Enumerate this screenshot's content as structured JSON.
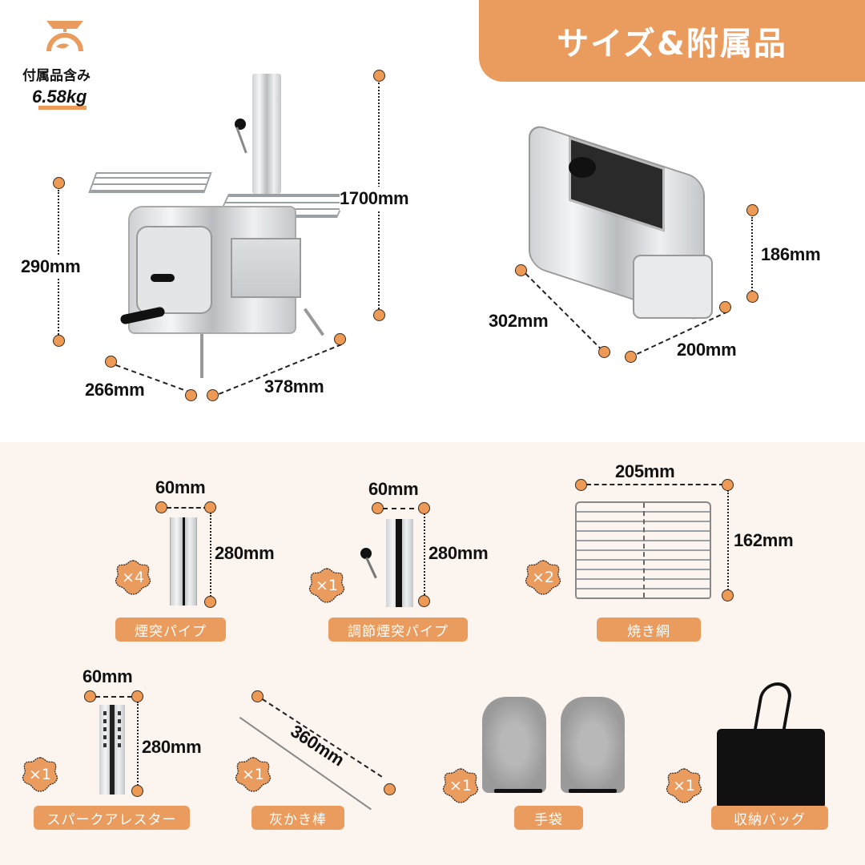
{
  "header": {
    "title": "サイズ&附属品"
  },
  "weight": {
    "icon": "scale-icon",
    "label": "付属品含み",
    "value": "6.58kg"
  },
  "stove_assembled": {
    "dimensions": {
      "total_height": "1700mm",
      "body_height": "290mm",
      "depth": "266mm",
      "width": "378mm"
    }
  },
  "stove_packed": {
    "dimensions": {
      "height": "186mm",
      "length": "302mm",
      "width": "200mm"
    }
  },
  "accessories": [
    {
      "name": "煙突パイプ",
      "quantity": "×4",
      "width": "60mm",
      "height": "280mm"
    },
    {
      "name": "調節煙突パイプ",
      "quantity": "×1",
      "width": "60mm",
      "height": "280mm"
    },
    {
      "name": "焼き網",
      "quantity": "×2",
      "width": "205mm",
      "height": "162mm"
    },
    {
      "name": "スパークアレスター",
      "quantity": "×1",
      "width": "60mm",
      "height": "280mm"
    },
    {
      "name": "灰かき棒",
      "quantity": "×1",
      "length": "360mm"
    },
    {
      "name": "手袋",
      "quantity": "×1"
    },
    {
      "name": "収納バッグ",
      "quantity": "×1"
    }
  ],
  "colors": {
    "accent": "#ea9c5f",
    "lower_bg": "#fcf4ef"
  }
}
